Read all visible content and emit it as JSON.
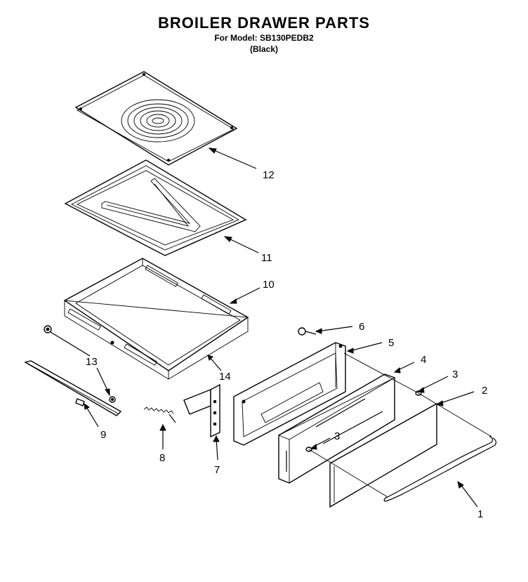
{
  "header": {
    "title": "BROILER DRAWER PARTS",
    "model_line": "For Model: SB130PEDB2",
    "color_line": "(Black)"
  },
  "callouts": {
    "c1": "1",
    "c2": "2",
    "c3a": "3",
    "c3b": "3",
    "c4": "4",
    "c5": "5",
    "c6": "6",
    "c7": "7",
    "c8": "8",
    "c9": "9",
    "c10": "10",
    "c11": "11",
    "c12": "12",
    "c13": "13",
    "c14": "14"
  }
}
